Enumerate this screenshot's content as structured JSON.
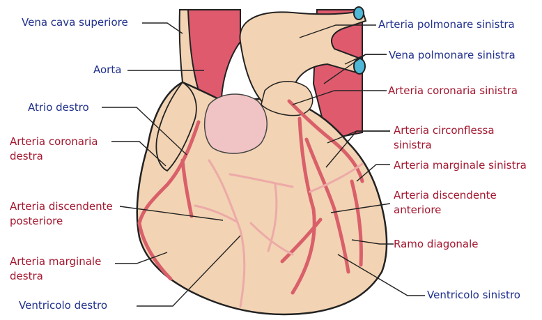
{
  "labels": {
    "vena_cava_superiore": "Vena cava superiore",
    "aorta": "Aorta",
    "atrio_destro": "Atrio destro",
    "arteria_coronaria_destra_1": "Arteria coronaria",
    "arteria_coronaria_destra_2": "destra",
    "arteria_discendente_posteriore_1": "Arteria discendente",
    "arteria_discendente_posteriore_2": "posteriore",
    "arteria_marginale_destra_1": "Arteria marginale",
    "arteria_marginale_destra_2": "destra",
    "ventricolo_destro": "Ventricolo destro",
    "arteria_polmonare_sinistra": "Arteria polmonare sinistra",
    "vena_polmonare_sinistra": "Vena polmonare sinistra",
    "arteria_coronaria_sinistra": "Arteria coronaria sinistra",
    "arteria_circonflessa_sinistra_1": "Arteria circonflessa",
    "arteria_circonflessa_sinistra_2": "sinistra",
    "arteria_marginale_sinistra": "Arteria marginale sinistra",
    "arteria_discendente_anteriore_1": "Arteria discendente",
    "arteria_discendente_anteriore_2": "anteriore",
    "ramo_diagonale": "Ramo diagonale",
    "ventricolo_sinistro": "Ventricolo sinistro"
  },
  "colors": {
    "vein_label": "#1f2f8c",
    "artery_label": "#a3162e",
    "heart_tissue": "#f2d3b3",
    "aorta_red": "#e05a6e",
    "artery_red": "#d9606a",
    "vein_pink": "#f0b0b0",
    "vessel_blue": "#4fb8d6"
  }
}
